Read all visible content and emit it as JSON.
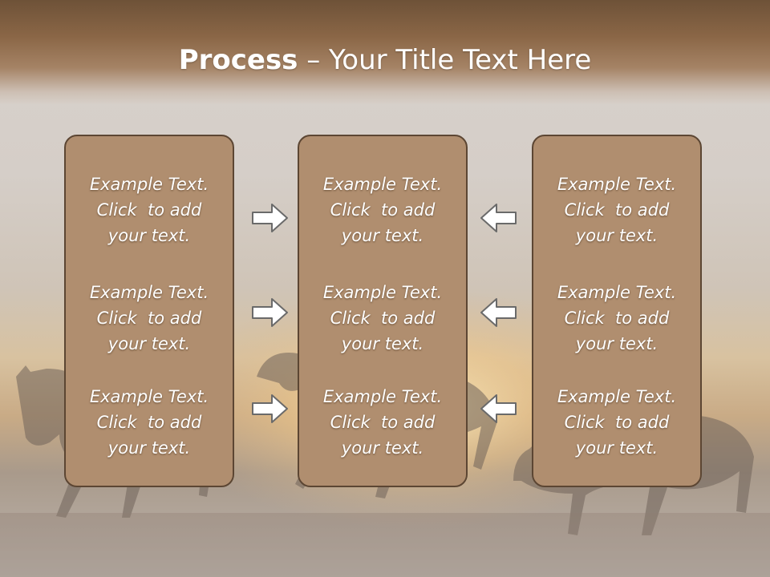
{
  "slide": {
    "title_bold": "Process",
    "title_rest": " – Your Title Text Here"
  },
  "columns": [
    {
      "items": [
        {
          "line1": "Example Text.",
          "line2": "Click  to add",
          "line3": "your text."
        },
        {
          "line1": "Example Text.",
          "line2": "Click  to add",
          "line3": "your text."
        },
        {
          "line1": "Example Text.",
          "line2": "Click  to add",
          "line3": "your text."
        }
      ]
    },
    {
      "items": [
        {
          "line1": "Example Text.",
          "line2": "Click  to add",
          "line3": "your text."
        },
        {
          "line1": "Example Text.",
          "line2": "Click  to add",
          "line3": "your text."
        },
        {
          "line1": "Example Text.",
          "line2": "Click  to add",
          "line3": "your text."
        }
      ]
    },
    {
      "items": [
        {
          "line1": "Example Text.",
          "line2": "Click  to add",
          "line3": "your text."
        },
        {
          "line1": "Example Text.",
          "line2": "Click  to add",
          "line3": "your text."
        },
        {
          "line1": "Example Text.",
          "line2": "Click  to add",
          "line3": "your text."
        }
      ]
    }
  ],
  "arrows": {
    "left_group": [
      "arrow-right-icon",
      "arrow-right-icon",
      "arrow-right-icon"
    ],
    "right_group": [
      "arrow-left-icon",
      "arrow-left-icon",
      "arrow-left-icon"
    ]
  },
  "colors": {
    "header": "#7a5a3e",
    "panel_fill": "#b08e6f",
    "panel_border": "#5c4633",
    "text": "#ffffff"
  }
}
